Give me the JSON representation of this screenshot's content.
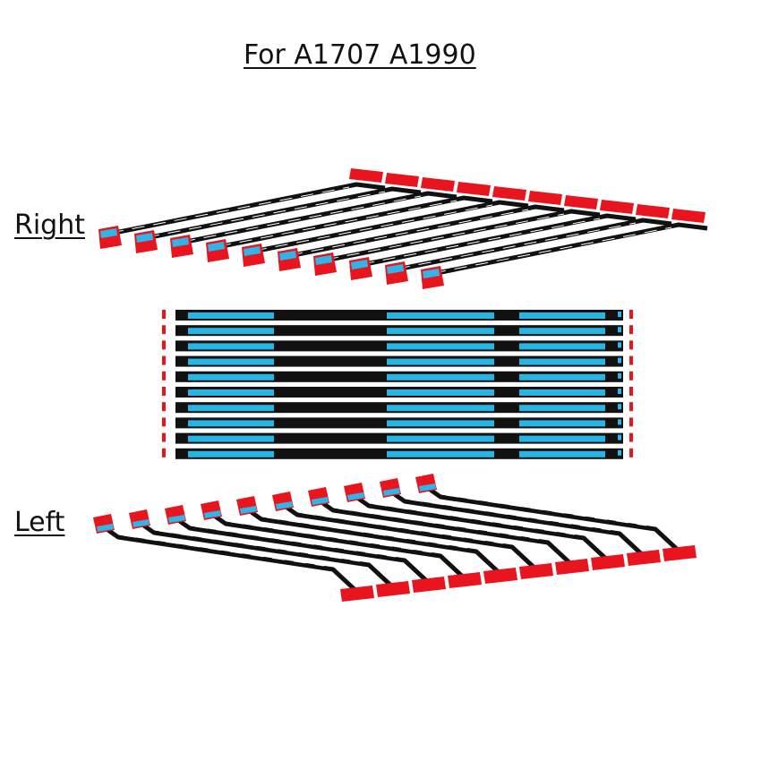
{
  "title": "For A1707 A1990",
  "labels": {
    "right": "Right",
    "left": "Left"
  },
  "colors": {
    "strip": "#111111",
    "tab_red": "#e8141e",
    "tab_blue": "#2fb5e8",
    "adhesive_blue": "#27b6e4",
    "background": "#ffffff"
  },
  "counts": {
    "right_strips": 10,
    "flat_strips": 10,
    "left_strips": 10
  }
}
